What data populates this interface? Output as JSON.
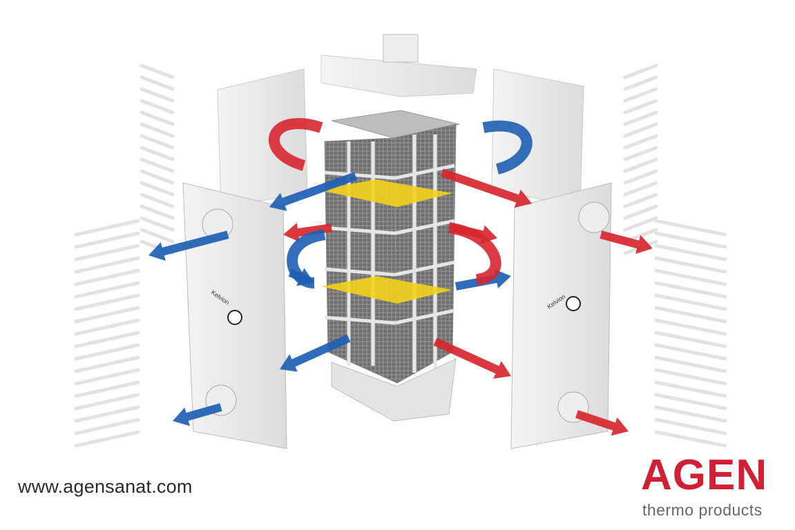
{
  "website": "www.agensanat.com",
  "logo": {
    "name": "AGEN",
    "tagline": "thermo products"
  },
  "panel_brand": "Kelvion",
  "colors": {
    "hot": "#d7262e",
    "cold": "#1f5fb4",
    "baffle": "#f2d21b",
    "brand": "#d21f33"
  }
}
